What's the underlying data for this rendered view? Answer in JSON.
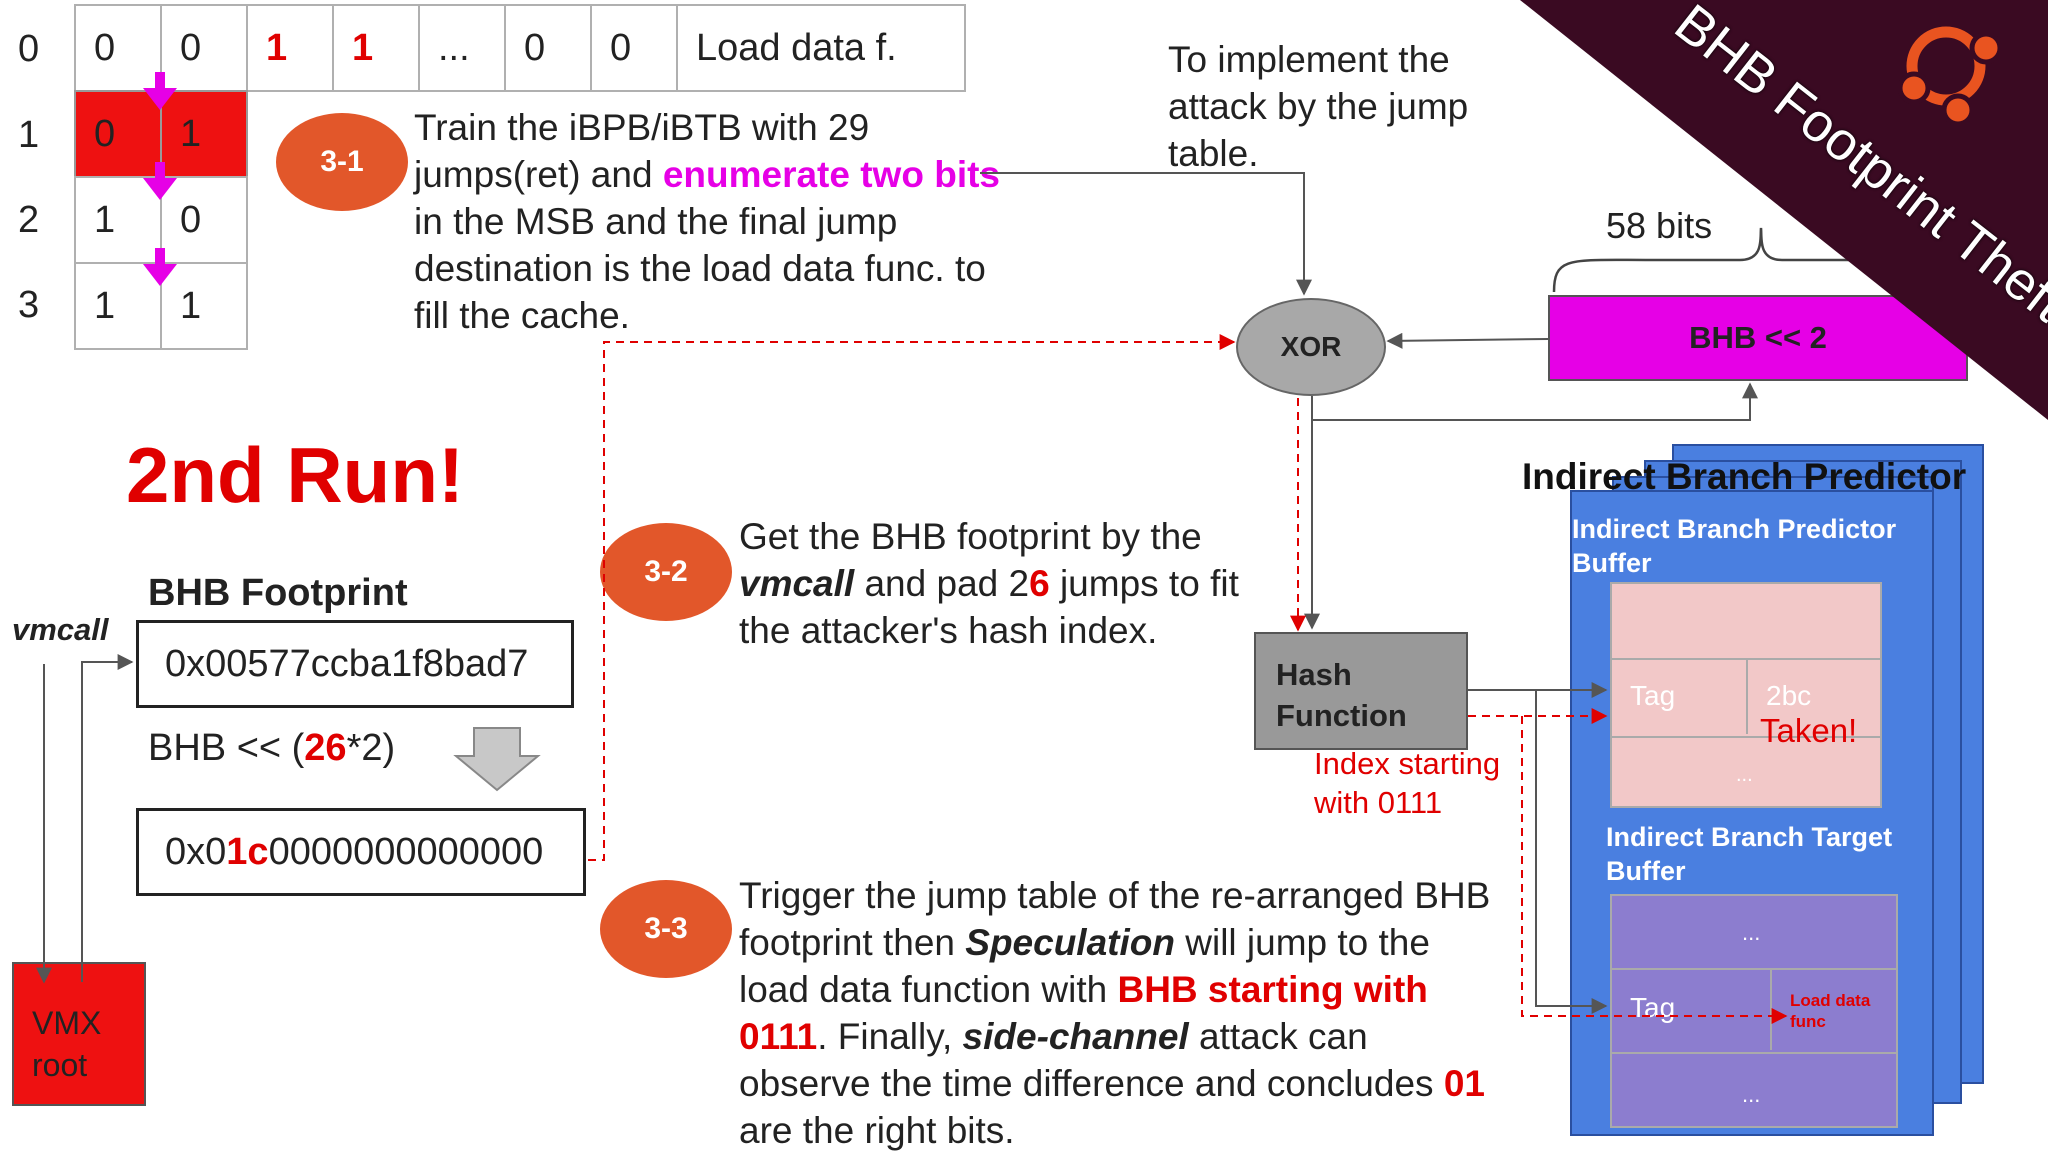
{
  "table": {
    "header_row": {
      "label": "0",
      "cells": [
        "0",
        "0",
        "1",
        "1",
        "...",
        "0",
        "0",
        "Load data f."
      ]
    },
    "rows": [
      {
        "label": "1",
        "cells": [
          "0",
          "1"
        ]
      },
      {
        "label": "2",
        "cells": [
          "1",
          "0"
        ]
      },
      {
        "label": "3",
        "cells": [
          "1",
          "1"
        ]
      }
    ]
  },
  "steps": {
    "s31": {
      "badge": "3-1",
      "t1": "Train the iBPB/iBTB with 29 jumps(ret) and ",
      "hl1": "enumerate ",
      "hl2": "two bits",
      "t2": " in the MSB and the final jump destination is the load data func. to fill the cache."
    },
    "s32": {
      "badge": "3-2",
      "t1": "Get the BHB footprint by the ",
      "em": "vmcall",
      "t2": " and pad 2",
      "hl": "6",
      "t3": " jumps to fit the attacker's hash index."
    },
    "s33": {
      "badge": "3-3",
      "t1": "Trigger the jump table of the re-arranged BHB footprint then ",
      "em1": "Speculation",
      "t2": " will jump to the load data function with ",
      "hl1": "BHB starting with 0111",
      "t3": ". Finally, ",
      "em2": "side-channel",
      "t4": " attack can observe the time difference and concludes ",
      "hl2": "01",
      "t5": " are the right bits."
    }
  },
  "heading": "2nd Run!",
  "footprint": {
    "title": "BHB Footprint",
    "vmcall": "vmcall",
    "value": "0x00577ccba1f8bad7",
    "shift_pre": "BHB << (",
    "shift_hl": "26",
    "shift_post": "*2)",
    "value2_pre": "0x0",
    "value2_hl": "1c",
    "value2_post": "0000000000000"
  },
  "vmx": "VMX root",
  "jump_note": "To implement the attack by the jump table.",
  "xor": "XOR",
  "bhb_bits": "58 bits",
  "bhb_shift": "BHB << 2",
  "hash": "Hash Function",
  "index_note": "Index starting with 0111",
  "ibp": {
    "title": "Indirect Branch Predictor",
    "buffer": "Indirect Branch Predictor Buffer",
    "tag": "Tag",
    "val": "2bc",
    "taken": "Taken!",
    "dots": "...",
    "target": "Indirect Branch Target Buffer",
    "tdots1": "...",
    "ttag": "Tag",
    "load": "Load data func",
    "tdots2": "..."
  },
  "banner": "BHB Footprint Theft",
  "colors": {
    "magenta": "#e600e6",
    "red": "#e00000",
    "oval": "#e2572a",
    "ibp_blue": "#4a7fe0",
    "banner": "#3a0a22"
  }
}
